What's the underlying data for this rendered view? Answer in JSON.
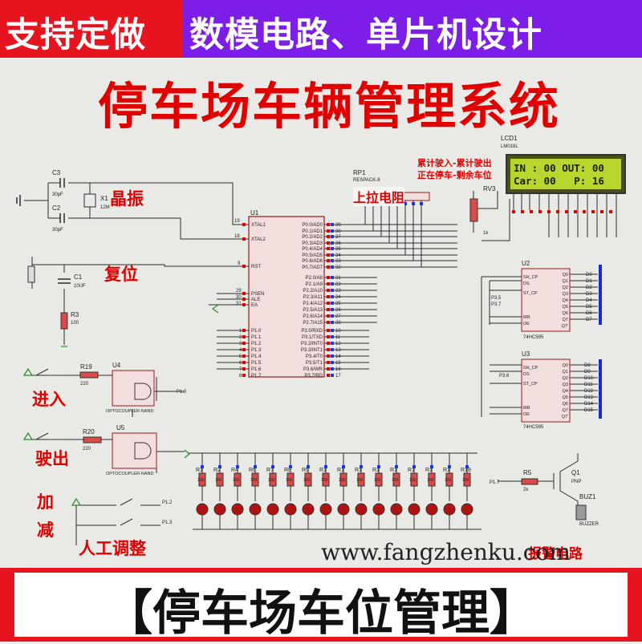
{
  "banner": {
    "left": "支持定做",
    "right": "数模电路、单片机设计",
    "left_color": "#e5141e",
    "right_color": "#7d1ee8"
  },
  "title": "停车场车辆管理系统",
  "annotations": {
    "crystal": "晶振",
    "reset": "复位",
    "pullup": "上拉电阻",
    "enter": "进入",
    "exit": "驶出",
    "plus": "加",
    "minus": "减",
    "manual": "人工调整",
    "alarm": "报警电路",
    "lcd_note_1": "累计驶入-累计驶出",
    "lcd_note_2": "正在停车-剩余车位"
  },
  "lcd": {
    "ref": "LCD1",
    "model": "LM016L",
    "line1": "IN : 00 OUT: 00",
    "line2": "Car: 00   P: 16"
  },
  "components": {
    "c3": "C3",
    "c3_val": "30pF",
    "c2": "C2",
    "c2_val": "30pF",
    "x1": "X1",
    "x1_val": "12M",
    "c1": "C1",
    "c1_val": "10UF",
    "r3": "R3",
    "r3_val": "100",
    "rp1": "RP1",
    "rp1_val": "RESPACK-8",
    "u1": "U1",
    "rv3": "RV3",
    "rv3_val": "1k",
    "u2": "U2",
    "u2_model": "74HC595",
    "u3": "U3",
    "u3_model": "74HC595",
    "r19": "R19",
    "r19_val": "220",
    "u4": "U4",
    "u4_model": "OPTOCOUPLER-NAND",
    "r20": "R20",
    "r20_val": "220",
    "u5": "U5",
    "u5_model": "OPTOCOUPLER-NAND",
    "r5": "R5",
    "r5_val": "2k",
    "q1": "Q1",
    "q1_val": "PNP",
    "buz1": "BUZ1",
    "buz1_val": "BUZZER",
    "r18": "R18"
  },
  "u1_pins_left": [
    "XTAL1",
    "XTAL2",
    "RST",
    "PSEN",
    "ALE",
    "EA",
    "P1.0",
    "P1.1",
    "P1.2",
    "P1.3",
    "P1.4",
    "P1.5",
    "P1.6",
    "P1.7"
  ],
  "u1_pins_right": [
    "P0.0/AD0",
    "P0.1/AD1",
    "P0.2/AD2",
    "P0.3/AD3",
    "P0.4/AD4",
    "P0.5/AD5",
    "P0.6/AD6",
    "P0.7/AD7",
    "P2.0/A8",
    "P2.1/A9",
    "P2.2/A10",
    "P2.3/A11",
    "P2.4/A12",
    "P2.5/A13",
    "P2.6/A14",
    "P2.7/A15",
    "P3.0/RXD",
    "P3.1/TXD",
    "P3.2/INT0",
    "P3.3/INT1",
    "P3.4/T0",
    "P3.5/T1",
    "P3.6/WR",
    "P3.7/RD"
  ],
  "u1_pin_numbers": {
    "xtal1": "19",
    "xtal2": "18",
    "rst": "9",
    "psen": "29",
    "ale": "30",
    "ea": "31",
    "p0": [
      "39",
      "38",
      "37",
      "36",
      "35",
      "34",
      "33",
      "32"
    ],
    "p2": [
      "21",
      "22",
      "23",
      "24",
      "25",
      "26",
      "27",
      "28"
    ],
    "p3": [
      "10",
      "11",
      "12",
      "13",
      "14",
      "15",
      "16",
      "17"
    ],
    "p1": [
      "1",
      "2",
      "3",
      "4",
      "5",
      "6",
      "7",
      "8"
    ]
  },
  "net_labels": {
    "p1_0": "P1.0",
    "p1_1": "P1.1",
    "p1_2": "P1.2",
    "p1_3": "P1.3",
    "p1_7": "P1.7",
    "p3_5": "P3.5",
    "p3_7": "P3.7",
    "p3_6": "P3.6",
    "d_bus": [
      "D0",
      "D1",
      "D2",
      "D3",
      "D4",
      "D5",
      "D6",
      "D7"
    ],
    "d_bus2": [
      "D8",
      "D9",
      "D10",
      "D11",
      "D12",
      "D13",
      "D14",
      "D15"
    ]
  },
  "hc595_pins_left": [
    "SH_CP",
    "DS",
    "ST_CP",
    "MR",
    "OE"
  ],
  "hc595_pins_right": [
    "Q0",
    "Q1",
    "Q2",
    "Q3",
    "Q4",
    "Q5",
    "Q6",
    "Q7",
    "Q7'"
  ],
  "led_resistors": [
    "R1",
    "R2",
    "R4",
    "R6",
    "R7",
    "R8",
    "R9",
    "R1",
    "R1",
    "R1",
    "R1",
    "R1",
    "R1",
    "R1",
    "R1",
    "R18"
  ],
  "led_resistor_val": "100",
  "led_count": 16,
  "colors": {
    "wire": "#2b2b2b",
    "chip_fill": "#f3dede",
    "chip_border": "#9b1b1b",
    "pin_red": "#e00000",
    "pin_blue": "#1a3dd6",
    "led": "#b11212",
    "bus": "#1a2bd6"
  }
}
